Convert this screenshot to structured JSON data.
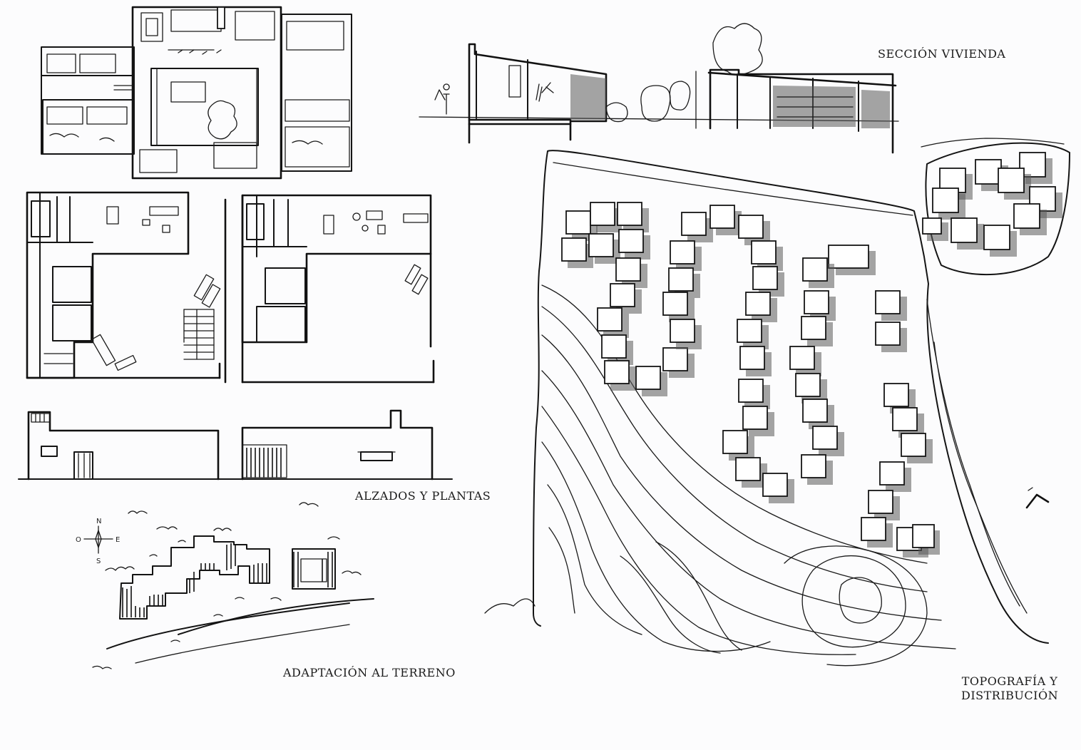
{
  "labels": {
    "section": "SECCIÓN VIVIENDA",
    "elevations_plans": "ALZADOS Y PLANTAS",
    "terrain": "ADAPTACIÓN AL TERRENO",
    "topography_line1": "TOPOGRAFÍA Y",
    "topography_line2": "DISTRIBUCIÓN"
  },
  "compass": {
    "north": "N",
    "east": "E",
    "south": "S",
    "west": "O"
  },
  "colors": {
    "ink": "#141414",
    "paper": "#fcfcfd",
    "shadow": "#5a5a5a"
  }
}
